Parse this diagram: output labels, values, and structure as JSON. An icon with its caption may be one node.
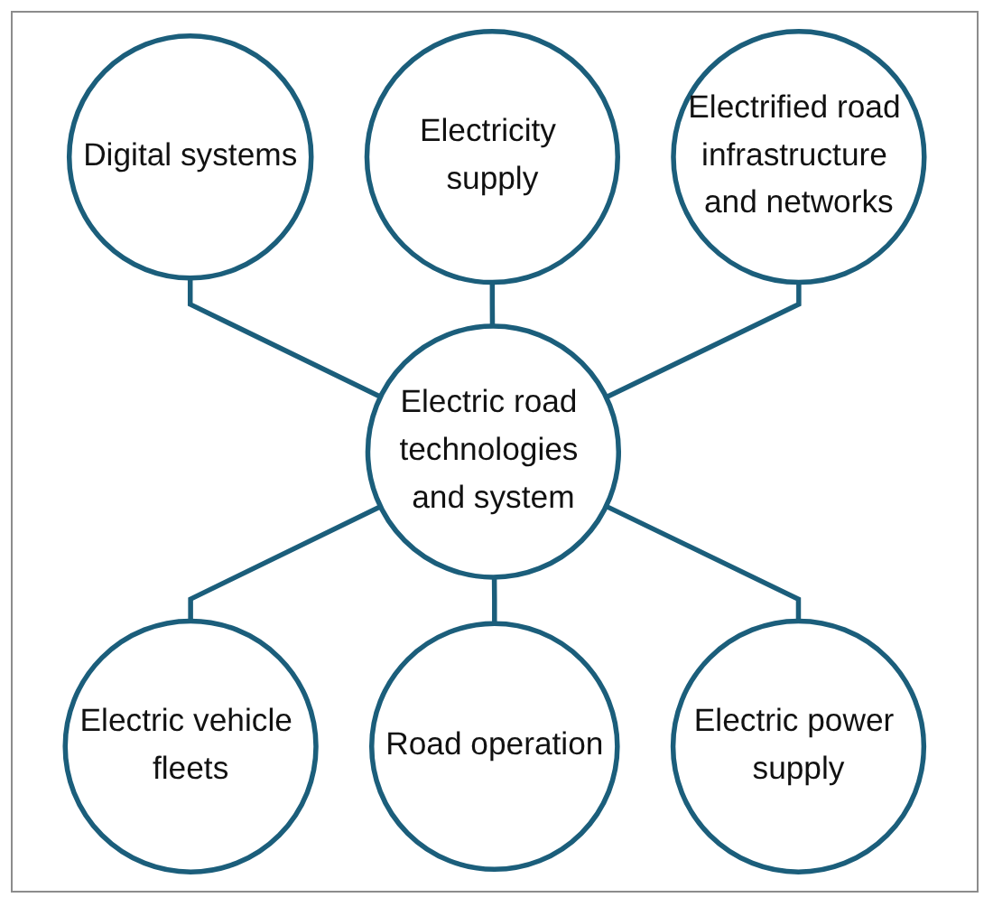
{
  "diagram": {
    "nodes": [
      {
        "text": [
          "Electric road technologies and system"
        ]
      },
      {
        "text": [
          "Electricity supply"
        ]
      },
      {
        "text": [
          "Electrified road infrastructure and networks"
        ]
      },
      {
        "text": [
          "Electric power supply"
        ]
      },
      {
        "text": [
          "Road operation"
        ]
      },
      {
        "text": [
          "Electric vehicle fleets"
        ]
      },
      {
        "text": [
          "Digital systems"
        ]
      }
    ],
    "edges": [
      {
        "from": 6,
        "to": 0,
        "arrow": "none"
      },
      {
        "from": 1,
        "to": 0,
        "arrow": "none"
      },
      {
        "from": 2,
        "to": 0,
        "arrow": "none"
      },
      {
        "from": 0,
        "to": 5,
        "arrow": "none"
      },
      {
        "from": 0,
        "to": 4,
        "arrow": "none"
      },
      {
        "from": 0,
        "to": 3,
        "arrow": "none"
      }
    ]
  }
}
